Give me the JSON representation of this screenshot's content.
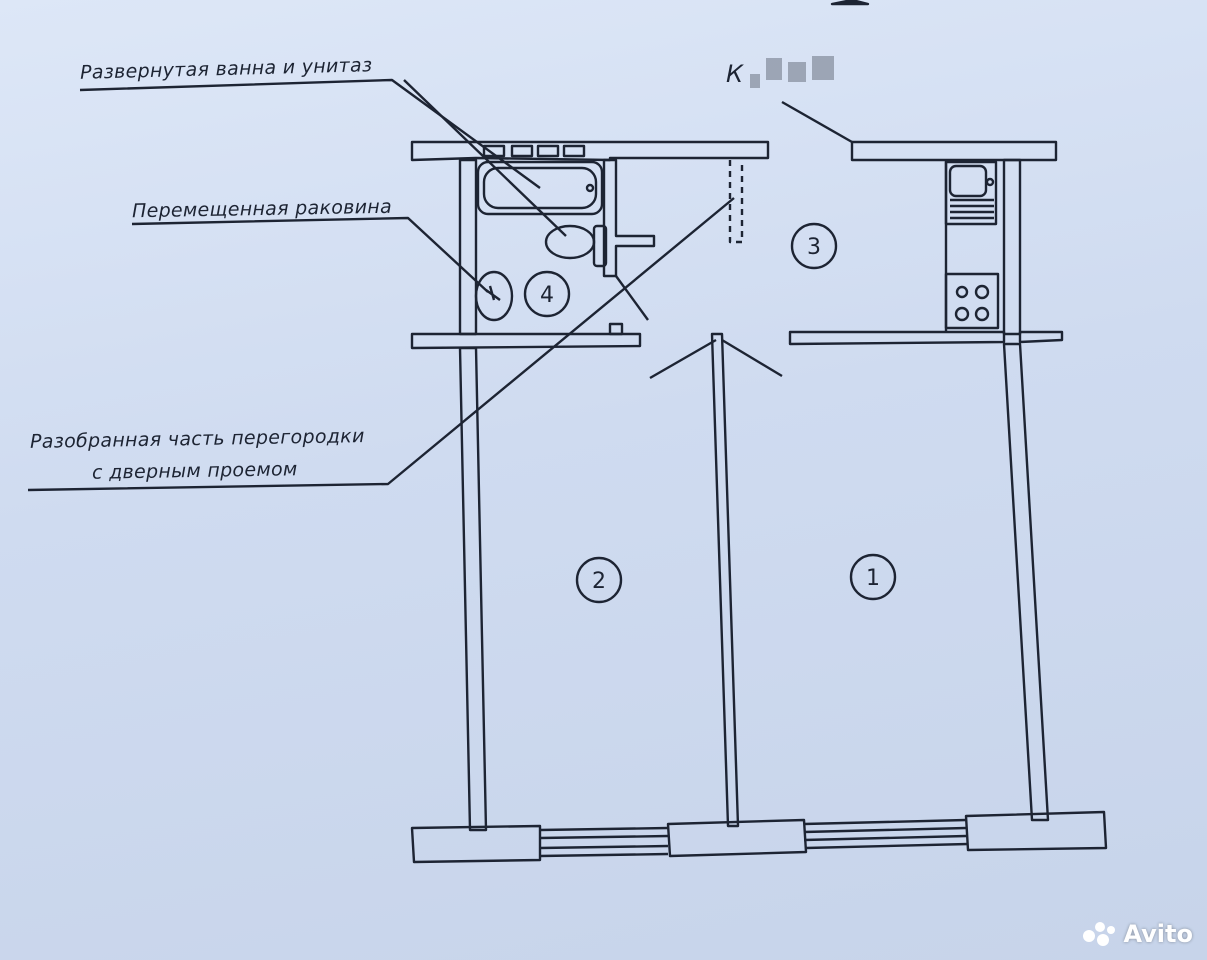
{
  "annotations": {
    "bath_toilet": "Развернутая ванна и унитаз",
    "sink": "Перемещенная раковина",
    "partition_line1": "Разобранная часть перегородки",
    "partition_line2": "с дверным проемом",
    "corner_label": "К"
  },
  "rooms": {
    "room1": "1",
    "room2": "2",
    "room3": "3",
    "room4": "4"
  },
  "watermark": {
    "brand": "Avito"
  },
  "colors": {
    "line": "#1d2433",
    "paper": "#d3def2"
  }
}
